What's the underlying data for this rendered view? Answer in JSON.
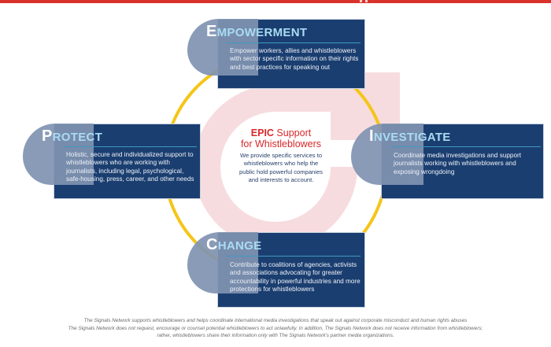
{
  "colors": {
    "top_bar": "#d9322a",
    "box_fill": "#1b3e70",
    "pill_fill": "#8093b1",
    "title_accent": "#a9dcf2",
    "ring": "#f5c518",
    "g_shape": "#f7dcdf",
    "center_title": "#d8282a",
    "center_text": "#26406c"
  },
  "center": {
    "title_bold": "EPIC",
    "title_rest": " Support",
    "title_line2": "for Whistleblowers",
    "description": "We provide specific services to whistleblowers who help the public hold powerful companies and interests to account."
  },
  "pillars": {
    "empowerment": {
      "initial": "E",
      "rest": "MPOWERMENT",
      "description": "Empower workers, allies and whistleblowers with sector specific information on their rights and best practices for speaking out"
    },
    "protect": {
      "initial": "P",
      "rest": "ROTECT",
      "description": "Holistic, secure and individualized support to whistleblowers who are working with journalists, including legal, psychological, safe-housing, press, career, and other needs"
    },
    "investigate": {
      "initial": "I",
      "rest": "NVESTIGATE",
      "description": "Coordinate media investigations and support journalists working with whistleblowers and exposing wrongdoing"
    },
    "change": {
      "initial": "C",
      "rest": "HANGE",
      "description": "Contribute to coalitions of agencies, activists and associations advocating for greater accountability in powerful industries and more protections for whistleblowers"
    }
  },
  "footer": {
    "line1": "The Signals Network supports whistleblowers and helps coordinate international media investigations that speak out against corporate misconduct and human rights abuses",
    "line2": "The Signals Network does not request, encourage or counsel potential whistleblowers to act unlawfully. In addition, The Signals Network does not receive information from whistleblowers;",
    "line3": "rather, whistleblowers share their information only with The Signals Network's partner media organizations."
  }
}
